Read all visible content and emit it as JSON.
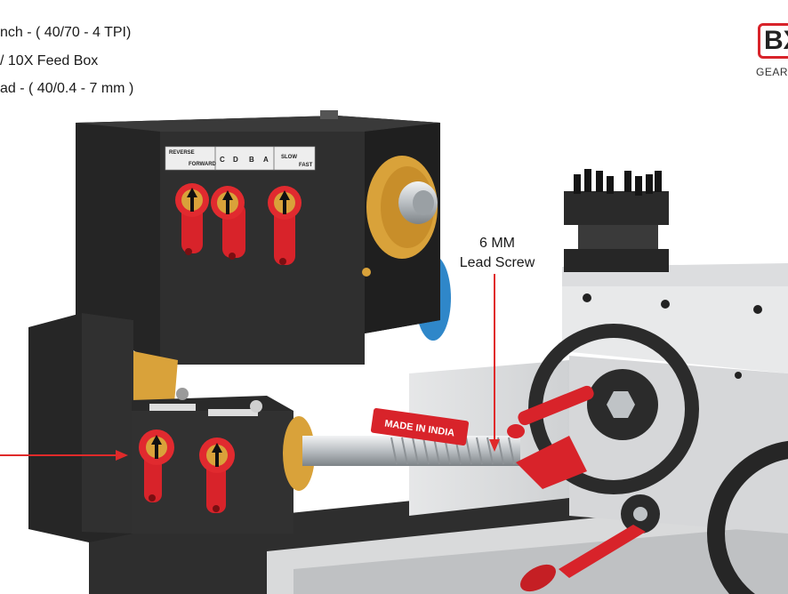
{
  "specs": [
    "nch - ( 40/70 - 4 TPI)",
    "/  10X Feed Box",
    "ad - ( 40/0.4 - 7 mm )"
  ],
  "brand": {
    "logo_text": "BX",
    "subtitle": "GEAR"
  },
  "callout": {
    "line1": "6 MM",
    "line2": "Lead Screw"
  },
  "gearbox_labels": {
    "reverse": "REVERSE",
    "forward": "FORWARD",
    "c": "C",
    "d": "D",
    "b": "B",
    "a": "A",
    "slow": "SLOW",
    "fast": "FAST"
  },
  "plate_text": "MADE IN INDIA",
  "colors": {
    "body_dark": "#2b2b2b",
    "lever_red": "#d8232a",
    "brass": "#d9a23a",
    "arrow_red": "#e02a2a",
    "steel": "#cfd3d6"
  }
}
